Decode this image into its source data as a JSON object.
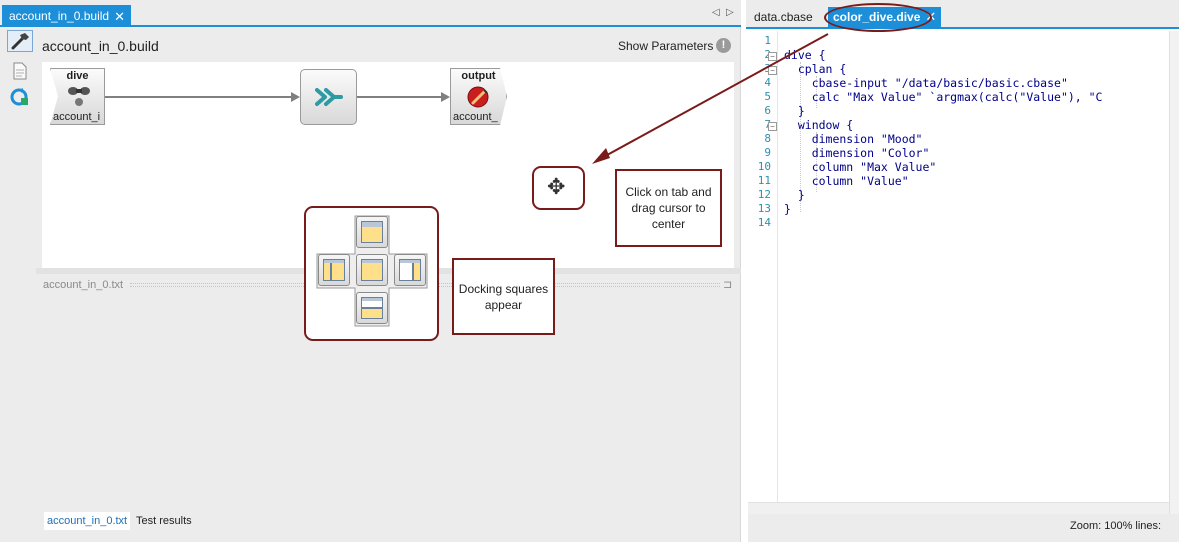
{
  "left_document": {
    "tab_label": "account_in_0.build",
    "tab_close_glyph": "✕",
    "title": "account_in_0.build",
    "show_parameters_label": "Show Parameters",
    "show_parameters_icon": "!",
    "nav_prev_glyph": "◁",
    "nav_next_glyph": "▷",
    "toolbar_icons": [
      "build-hammer-icon",
      "document-icon",
      "refresh-sync-icon"
    ]
  },
  "workflow": {
    "nodes": [
      {
        "header": "dive",
        "sub": "account_i",
        "icon": "binoculars-icon"
      },
      {
        "header": "",
        "sub": "",
        "icon": "merge-arrows-icon"
      },
      {
        "header": "output",
        "sub": "account_",
        "icon": "output-pen-icon"
      }
    ]
  },
  "bottom_panel": {
    "title": "account_in_0.txt",
    "pin_glyph": "⊐",
    "tabs": [
      "account_in_0.txt",
      "Test results"
    ]
  },
  "right_document": {
    "tabs": [
      {
        "label": "data.cbase",
        "active": false
      },
      {
        "label": "color_dive.dive",
        "active": true
      }
    ],
    "tab_close_glyph": "✕",
    "line_numbers": [
      "1",
      "2",
      "3",
      "4",
      "5",
      "6",
      "7",
      "8",
      "9",
      "10",
      "11",
      "12",
      "13",
      "14"
    ],
    "code_lines": [
      "",
      "dive {",
      "  cplan {",
      "    cbase-input \"/data/basic/basic.cbase\"",
      "    calc \"Max Value\" `argmax(calc(\"Value\"), \"C",
      "  }",
      "  window {",
      "    dimension \"Mood\"",
      "    dimension \"Color\"",
      "    column \"Max Value\"",
      "    column \"Value\"",
      "  }",
      "}",
      ""
    ],
    "status_text": "Zoom: 100%  lines:"
  },
  "annotations": {
    "drag_callout": "Click on tab and drag cursor to center",
    "dock_callout": "Docking squares appear",
    "move_cursor_glyph": "✥"
  },
  "colors": {
    "accent_blue": "#1c8fd8",
    "annotation_red": "#7a1b1b",
    "line_number_teal": "#2b91af",
    "string_red": "#a31515"
  }
}
